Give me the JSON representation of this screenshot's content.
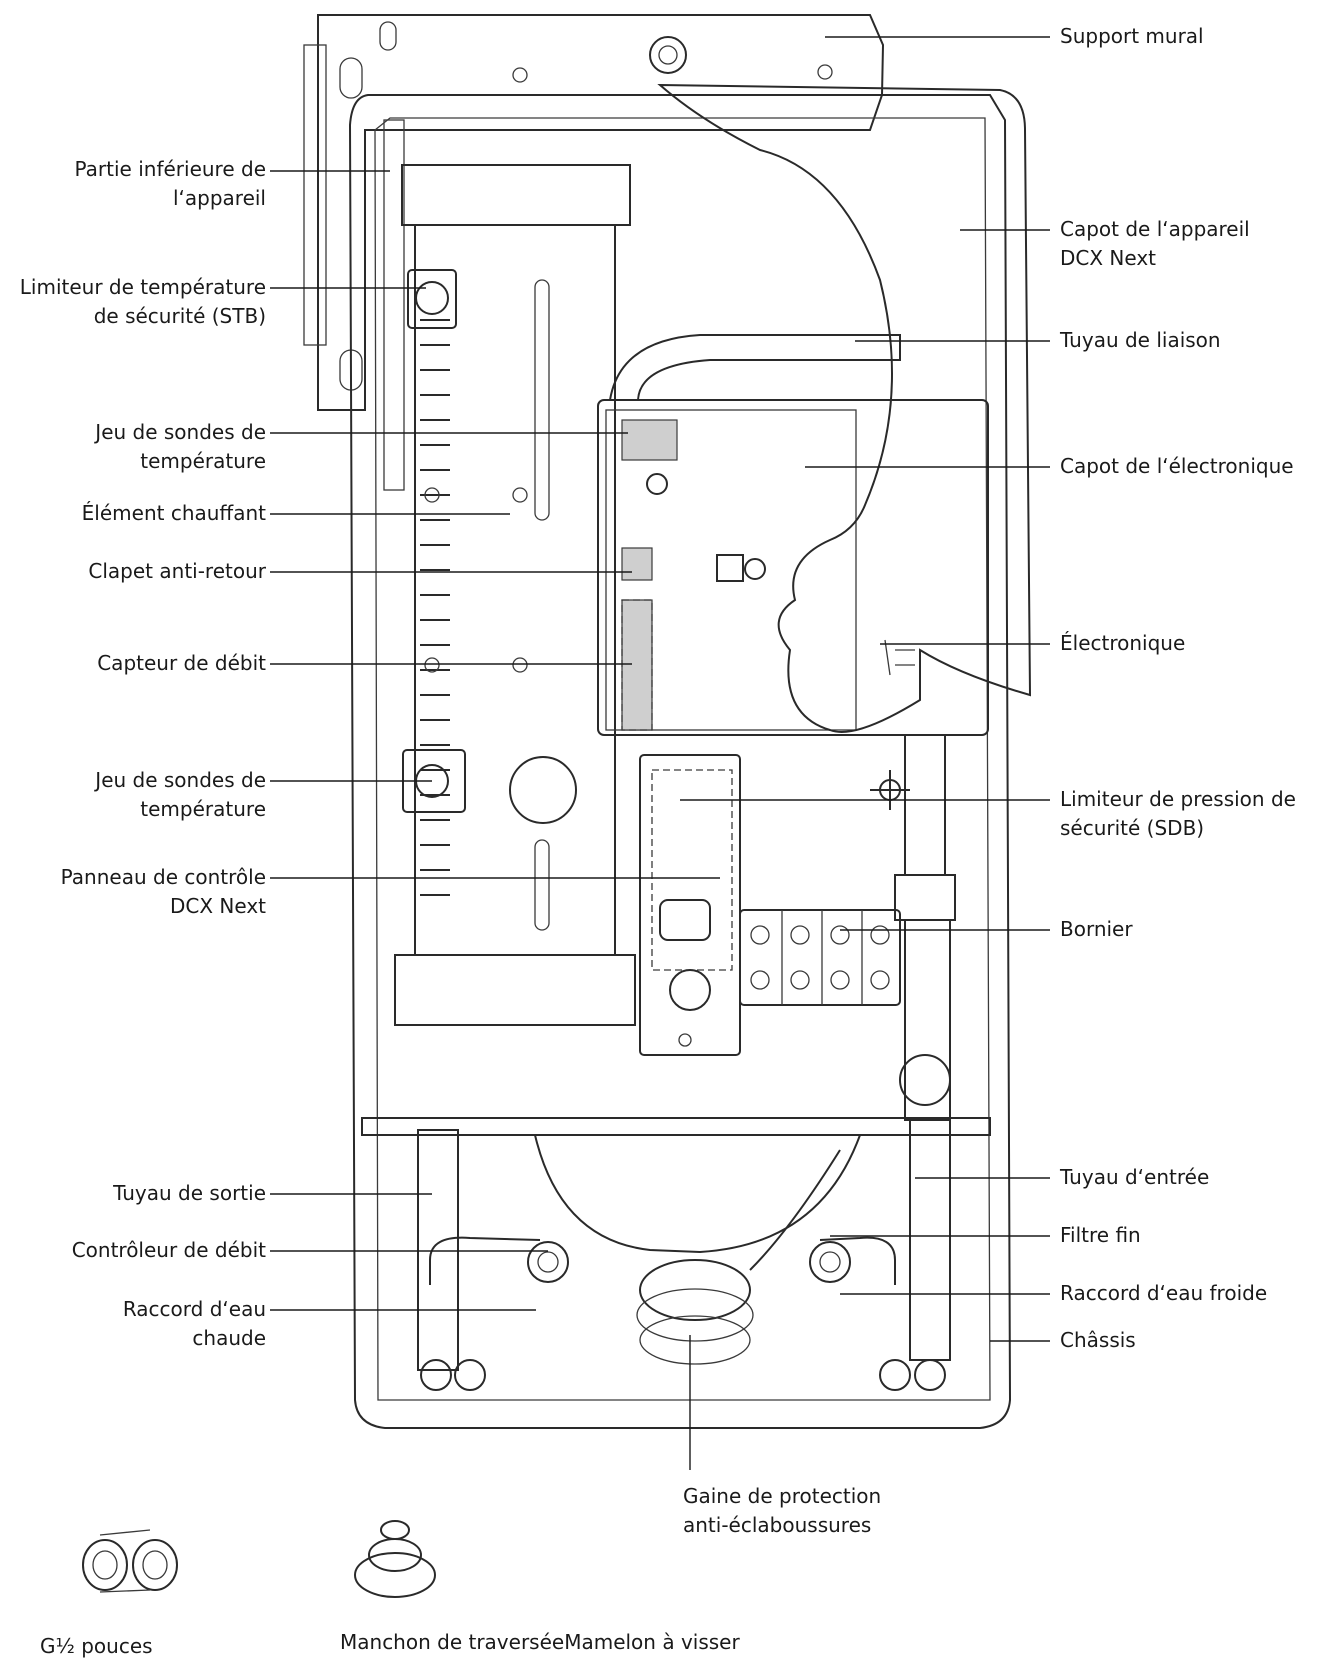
{
  "labels_left": [
    {
      "id": "partie-inferieure",
      "lines": [
        "Partie inférieure de",
        "l‘appareil"
      ]
    },
    {
      "id": "limiteur-temperature",
      "lines": [
        "Limiteur de température",
        "de sécurité (STB)"
      ]
    },
    {
      "id": "jeu-sondes-1",
      "lines": [
        "Jeu de sondes de",
        "température"
      ]
    },
    {
      "id": "element-chauffant",
      "lines": [
        "Élément chauffant"
      ]
    },
    {
      "id": "clapet-anti-retour",
      "lines": [
        "Clapet anti-retour"
      ]
    },
    {
      "id": "capteur-debit",
      "lines": [
        "Capteur de débit"
      ]
    },
    {
      "id": "jeu-sondes-2",
      "lines": [
        "Jeu de sondes de",
        "température"
      ]
    },
    {
      "id": "panneau-controle",
      "lines": [
        "Panneau de contrôle",
        "DCX Next"
      ]
    },
    {
      "id": "tuyau-sortie",
      "lines": [
        "Tuyau de sortie"
      ]
    },
    {
      "id": "controleur-debit",
      "lines": [
        "Contrôleur de débit"
      ]
    },
    {
      "id": "raccord-eau-chaude",
      "lines": [
        "Raccord d‘eau",
        "chaude"
      ]
    }
  ],
  "labels_right": [
    {
      "id": "support-mural",
      "lines": [
        "Support mural"
      ]
    },
    {
      "id": "capot-appareil",
      "lines": [
        "Capot de l‘appareil",
        "DCX Next"
      ]
    },
    {
      "id": "tuyau-liaison",
      "lines": [
        "Tuyau de liaison"
      ]
    },
    {
      "id": "capot-electronique",
      "lines": [
        "Capot de l‘électronique"
      ]
    },
    {
      "id": "electronique",
      "lines": [
        "Électronique"
      ]
    },
    {
      "id": "limiteur-pression",
      "lines": [
        "Limiteur de pression de",
        "sécurité (SDB)"
      ]
    },
    {
      "id": "bornier",
      "lines": [
        "Bornier"
      ]
    },
    {
      "id": "tuyau-entree",
      "lines": [
        "Tuyau d‘entrée"
      ]
    },
    {
      "id": "filtre-fin",
      "lines": [
        "Filtre fin"
      ]
    },
    {
      "id": "raccord-eau-froide",
      "lines": [
        "Raccord d‘eau froide"
      ]
    },
    {
      "id": "chassis",
      "lines": [
        "Châssis"
      ]
    }
  ],
  "labels_bottom": [
    {
      "id": "gaine-protection",
      "lines": [
        "Gaine de protection",
        "anti-éclaboussures"
      ]
    },
    {
      "id": "manchon-mamelon",
      "lines": [
        "Manchon de traverséeMamelon à visser"
      ]
    },
    {
      "id": "g-half",
      "lines": [
        "G½ pouces"
      ]
    }
  ]
}
